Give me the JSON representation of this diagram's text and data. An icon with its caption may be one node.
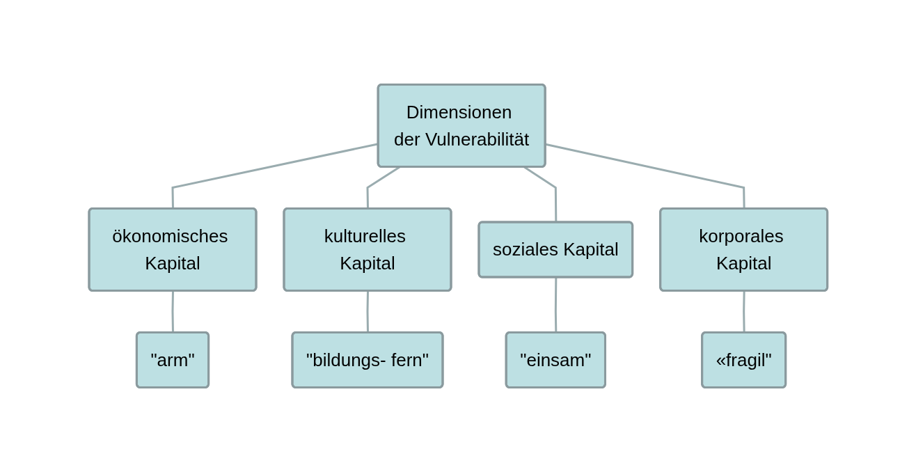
{
  "diagram": {
    "nodes": [
      {
        "text": [
          "Dimensionen der Vulnerabilität"
        ]
      },
      {
        "text": [
          "ökonomisches Kapital"
        ]
      },
      {
        "text": [
          "kulturelles Kapital"
        ]
      },
      {
        "text": [
          "soziales Kapital"
        ]
      },
      {
        "text": [
          "korporales Kapital"
        ]
      },
      {
        "text": [
          "\"arm\""
        ]
      },
      {
        "text": [
          "\"bildungs- fern\""
        ]
      },
      {
        "text": [
          "\"einsam\""
        ]
      },
      {
        "text": [
          "«fragil\""
        ]
      }
    ],
    "edges": [
      {
        "from": 0,
        "to": 1,
        "arrow": "none"
      },
      {
        "from": 0,
        "to": 2,
        "arrow": "none"
      },
      {
        "from": 0,
        "to": 3,
        "arrow": "none"
      },
      {
        "from": 0,
        "to": 4,
        "arrow": "none"
      },
      {
        "from": 1,
        "to": 5,
        "arrow": "none"
      },
      {
        "from": 2,
        "to": 6,
        "arrow": "none"
      },
      {
        "from": 3,
        "to": 7,
        "arrow": "none"
      },
      {
        "from": 4,
        "to": 8,
        "arrow": "none"
      }
    ]
  }
}
